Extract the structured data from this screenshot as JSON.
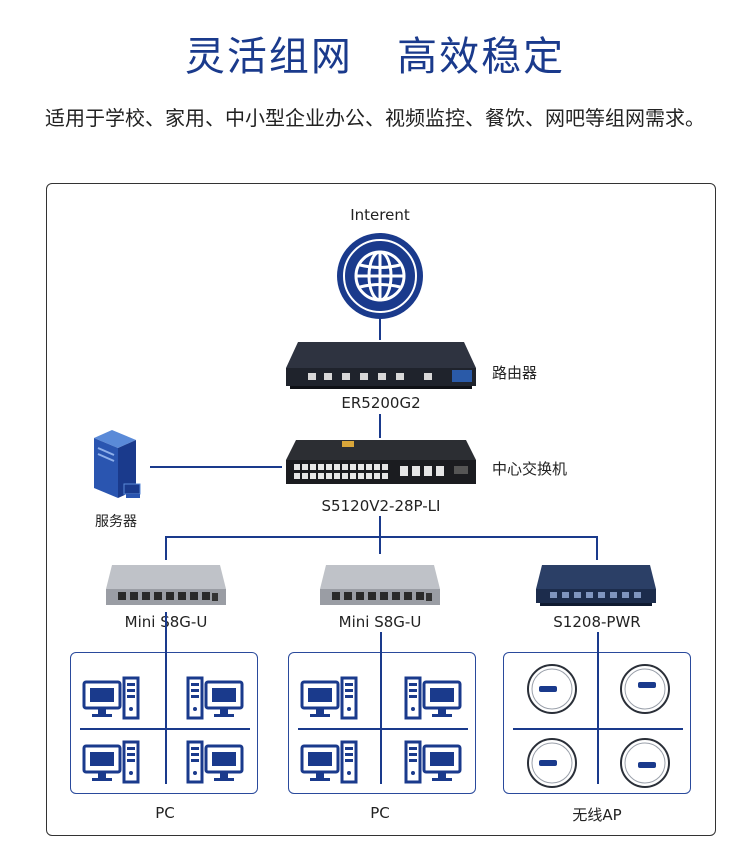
{
  "header": {
    "title": "灵活组网   高效稳定",
    "subtitle": "适用于学校、家用、中小型企业办公、视频监控、餐饮、网吧等组网需求。"
  },
  "diagram": {
    "internet_label": "Interent",
    "router": {
      "name_label": "路由器",
      "model": "ER5200G2"
    },
    "core_switch": {
      "name_label": "中心交换机",
      "model": "S5120V2-28P-LI"
    },
    "server": {
      "label": "服务器"
    },
    "switch_left": {
      "model": "Mini S8G-U"
    },
    "switch_middle": {
      "model": "Mini S8G-U"
    },
    "switch_right": {
      "model": "S1208-PWR"
    },
    "group_left": {
      "label": "PC"
    },
    "group_middle": {
      "label": "PC"
    },
    "group_right": {
      "label": "无线AP"
    }
  },
  "colors": {
    "brand_blue": "#1a3a8c",
    "line_blue": "#1a3a8c"
  },
  "icons": [
    "globe-icon",
    "router-icon",
    "switch-icon",
    "server-icon",
    "pc-icon",
    "access-point-icon"
  ]
}
